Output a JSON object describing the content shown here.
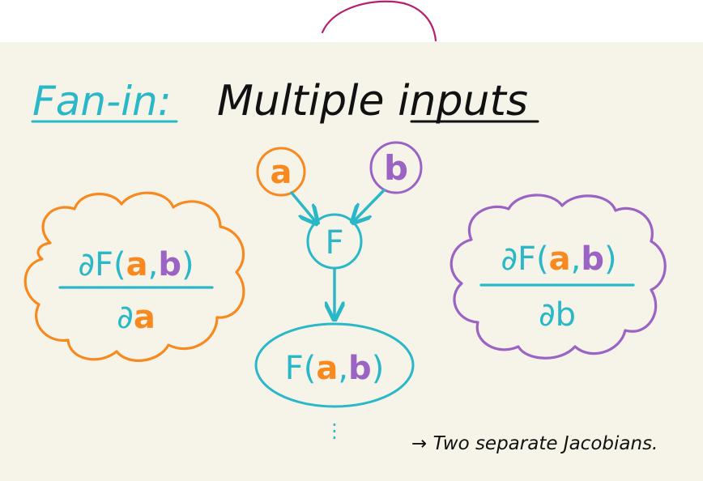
{
  "colors": {
    "background": "#f6f3e9",
    "ink": "#111111",
    "cyan": "#2ab8c8",
    "orange": "#f7891f",
    "purple": "#9b63c4",
    "magenta": "#b5206f"
  },
  "title": {
    "prefix": "Fan-in",
    "colon": ":",
    "text_plain": "Multiple ",
    "text_underlined": "inputs"
  },
  "nodes": {
    "a": "a",
    "b": "b",
    "f": "F",
    "output": {
      "open": "F(",
      "a": "a",
      "comma": ",",
      "b": "b",
      "close": ")"
    }
  },
  "partial_a": {
    "numerator": {
      "d": "∂F(",
      "a": "a",
      "comma": ",",
      "b": "b",
      "close": ")"
    },
    "denominator": {
      "d": "∂",
      "var": "a"
    }
  },
  "partial_b": {
    "numerator": {
      "d": "∂F(",
      "a": "a",
      "comma": ",",
      "b": "b",
      "close": ")"
    },
    "denominator": {
      "d": "∂",
      "var": "b"
    }
  },
  "ellipsis": "⋮",
  "note": "→ Two separate Jacobians."
}
